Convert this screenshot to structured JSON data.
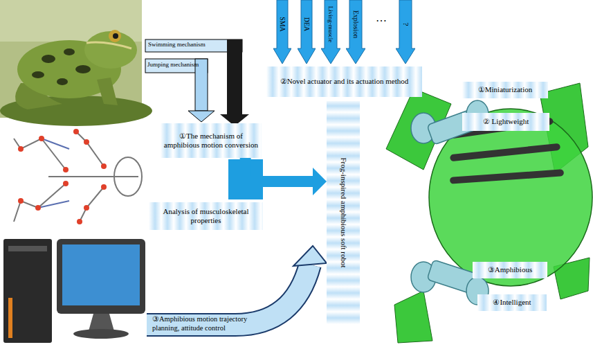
{
  "diagram": {
    "nodes": [
      {
        "text": [
          "SMA"
        ]
      },
      {
        "text": [
          "DEA"
        ]
      },
      {
        "text": [
          "Living-muscle"
        ]
      },
      {
        "text": [
          "Explosion"
        ]
      },
      {
        "text": [
          "?"
        ]
      },
      {
        "text": [
          "②Novel actuator and its actuation method"
        ]
      },
      {
        "text": [
          "①The mechanism of amphibious motion conversion"
        ]
      },
      {
        "text": [
          "Analysis of musculoskeletal properties"
        ]
      },
      {
        "text": [
          "Frog-inspired amphibious soft robot"
        ]
      },
      {
        "text": [
          "①Miniaturization"
        ]
      },
      {
        "text": [
          "② Lightweight"
        ]
      },
      {
        "text": [
          "③Amphibious"
        ]
      },
      {
        "text": [
          "④Intelligent"
        ]
      }
    ],
    "edges": [
      {
        "from": 6,
        "to": 8,
        "arrow": "to"
      }
    ],
    "labels": [
      "Swimming mechanism",
      "Jumping mechanism",
      "…",
      "③Amphibious motion trajectory planning, attitude control"
    ]
  }
}
